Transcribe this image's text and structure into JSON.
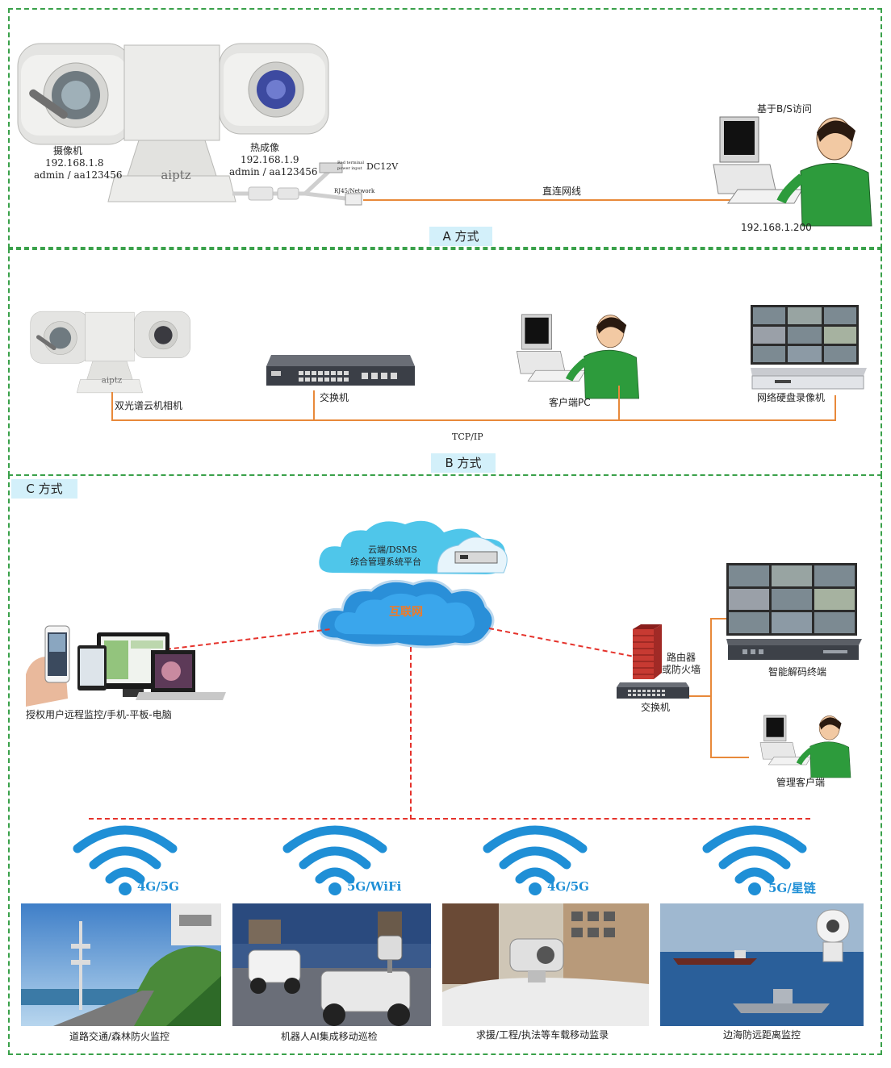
{
  "section_a": {
    "tag": "A 方式",
    "camera_brand": "aiptz",
    "visible_cam": {
      "name": "摄像机",
      "ip": "192.168.1.8",
      "login": "admin / aa123456"
    },
    "thermal_cam": {
      "name": "热成像",
      "ip": "192.168.1.9",
      "login": "admin / aa123456"
    },
    "terminal_label_1": "Red terminal",
    "terminal_label_2": "power input",
    "dc_label": "DC12V",
    "rj45_label": "RJ45/Network",
    "link_label": "直连网线",
    "pc_title": "基于B/S访问",
    "pc_ip": "192.168.1.200"
  },
  "section_b": {
    "tag": "B 方式",
    "camera_brand": "aiptz",
    "camera_label": "双光谱云机相机",
    "switch_label": "交换机",
    "client_label": "客户端PC",
    "nvr_label": "网络硬盘录像机",
    "protocol_label": "TCP/IP"
  },
  "section_c": {
    "tag": "C 方式",
    "cloud_line1": "云端/DSMS",
    "cloud_line2": "综合管理系统平台",
    "internet_label": "互联网",
    "remote_label": "授权用户远程监控/手机-平板-电脑",
    "router_line1": "路由器",
    "router_line2": "或防火墙",
    "switch_label": "交换机",
    "decoder_label": "智能解码终端",
    "mgmt_label": "管理客户端",
    "networks": [
      "4G/5G",
      "5G/WiFi",
      "4G/5G",
      "5G/星链"
    ],
    "scenes": [
      "道路交通/森林防火监控",
      "机器人AI集成移动巡检",
      "求援/工程/执法等车载移动监录",
      "边海防远距离监控"
    ]
  },
  "colors": {
    "section_border": "#3aa14a",
    "link": "#e8893a",
    "internet_link": "#e5322b",
    "tag_bg": "#d3f0fa",
    "wifi": "#1f8fd6",
    "internet_text": "#f07a26"
  }
}
